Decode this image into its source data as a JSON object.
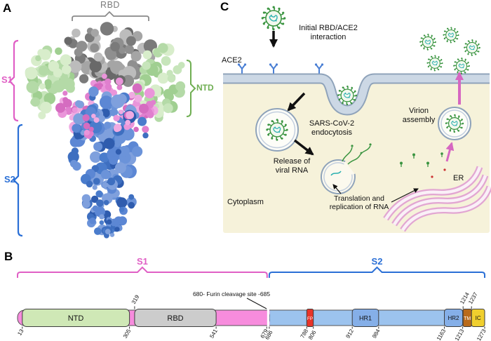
{
  "figure": {
    "panel_a": {
      "label": "A",
      "rbd": "RBD",
      "s1": "S1",
      "s2": "S2",
      "ntd": "NTD"
    },
    "panel_b": {
      "label": "B",
      "s1": "S1",
      "s2": "S2",
      "furin": "680- Furin cleavage site -685",
      "domains": [
        {
          "label": "NTD",
          "start": "13",
          "end": "305"
        },
        {
          "label": "RBD",
          "start": "319",
          "end": "541"
        },
        {
          "label": "FP",
          "start": "788",
          "end": "806"
        },
        {
          "label": "HR1",
          "start": "912",
          "end": "984"
        },
        {
          "label": "HR2",
          "start": "1163",
          "end": "1213"
        },
        {
          "label": "TM",
          "start": "1214",
          "end": "1237"
        },
        {
          "label": "IC",
          "start": "1237",
          "end": "1273"
        }
      ],
      "ticks_top": [
        "319",
        "1214",
        "1237"
      ],
      "ticks_bottom": [
        "13",
        "305",
        "541",
        "679",
        "686",
        "788",
        "806",
        "912",
        "984",
        "1163",
        "1213",
        "1273"
      ]
    },
    "panel_c": {
      "label": "C",
      "steps": {
        "interaction": "Initial RBD/ACE2 interaction",
        "ace2": "ACE2",
        "endocytosis": "SARS-CoV-2 endocytosis",
        "release": "Release of viral RNA",
        "translation": "Translation and replication of RNA",
        "er": "ER",
        "assembly": "Virion assembly",
        "cytoplasm": "Cytoplasm"
      }
    },
    "colors": {
      "s1_pink": "#e05fc5",
      "s2_blue": "#2a6fd6",
      "ntd_green": "#6fae52",
      "rbd_gray": "#8a8a8a",
      "membrane_blue": "#ccd8e5",
      "cytoplasm_cream": "#f6f2da",
      "er_pink": "#e2a6d2",
      "virus_green": "#3a9440",
      "rna_teal": "#2ab0b0",
      "fp_red": "#e8342a",
      "tm_orange": "#b96a1a",
      "ic_yellow": "#f0cf2e"
    }
  }
}
